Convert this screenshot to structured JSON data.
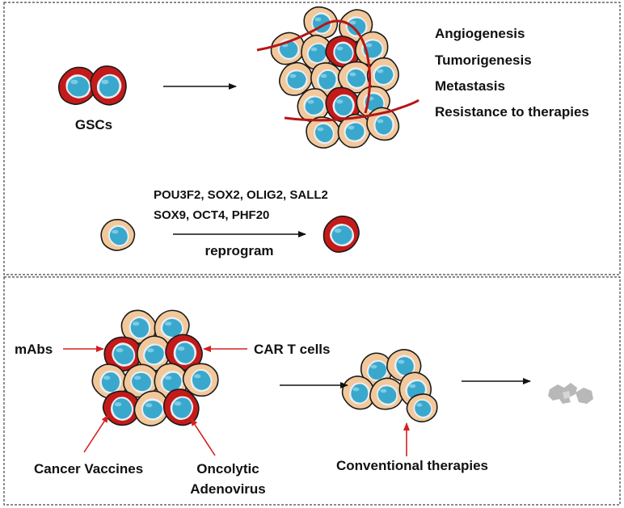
{
  "top_panel": {
    "gsc_label": "GSCs",
    "outcomes": [
      "Angiogenesis",
      "Tumorigenesis",
      "Metastasis",
      "Resistance to therapies"
    ],
    "factors_line1": "POU3F2, SOX2, OLIG2, SALL2",
    "factors_line2": "SOX9, OCT4, PHF20",
    "reprogram_label": "reprogram"
  },
  "bottom_panel": {
    "mabs_label": "mAbs",
    "car_t_label": "CAR T cells",
    "vaccines_label": "Cancer Vaccines",
    "oncolytic_line1": "Oncolytic",
    "oncolytic_line2": "Adenovirus",
    "conventional_label": "Conventional therapies"
  },
  "colors": {
    "normal_cell": "#f2c89b",
    "stem_cell": "#c41a1a",
    "nucleus": "#3aa8cc",
    "vessel": "#b51616",
    "arrow_red": "#d42020",
    "debris": "#b8b8b8"
  },
  "icons": [
    "normal-tumor-cell",
    "glioma-stem-cell",
    "blood-vessel",
    "cell-debris"
  ]
}
